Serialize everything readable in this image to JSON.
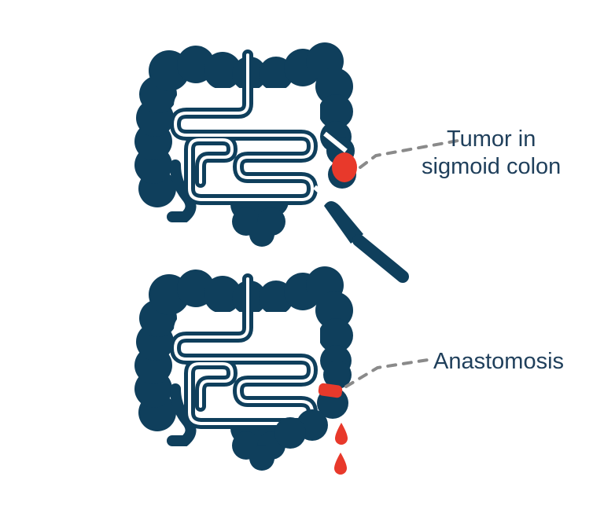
{
  "labels": {
    "tumor_line1": "Tumor in",
    "tumor_line2": "sigmoid colon",
    "anastomosis": "Anastomosis"
  },
  "colors": {
    "intestine": "#0f3f5c",
    "highlight": "#e8392b",
    "callout_text": "#1f3f5b",
    "leader_line": "#8a8a8a",
    "background": "#ffffff"
  },
  "icons": [
    "intestine",
    "tumor-marker",
    "scalpel",
    "anastomosis-band",
    "blood-drop"
  ]
}
